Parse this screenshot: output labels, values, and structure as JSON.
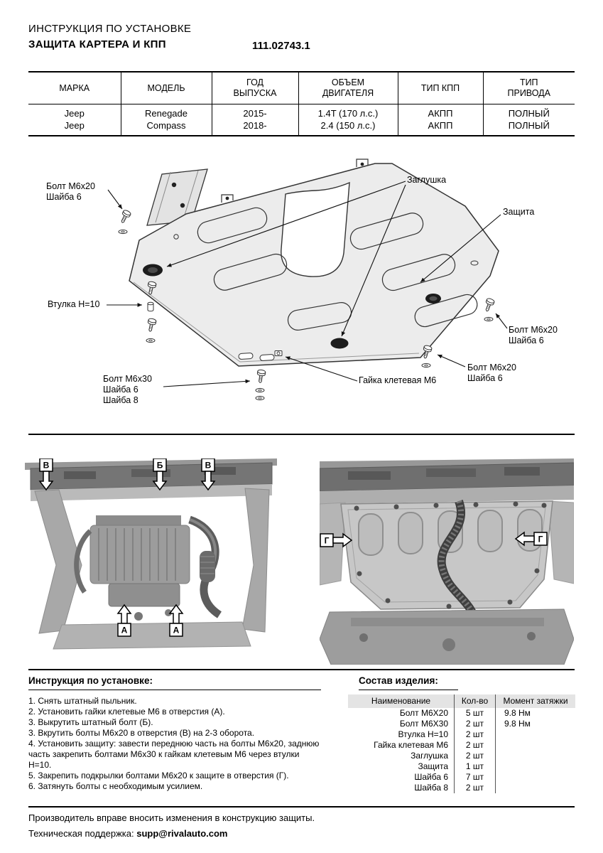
{
  "page": {
    "header": {
      "doc_type": "ИНСТРУКЦИЯ ПО УСТАНОВКЕ",
      "title": "ЗАЩИТА КАРТЕРА И КПП",
      "part_number": "111.02743.1"
    },
    "spec_table": {
      "headers": [
        "МАРКА",
        "МОДЕЛЬ",
        "ГОД\nВЫПУСКА",
        "ОБЪЕМ\nДВИГАТЕЛЯ",
        "ТИП КПП",
        "ТИП\nПРИВОДА"
      ],
      "rows": [
        [
          "Jeep",
          "Renegade",
          "2015-",
          "1.4T (170 л.с.)",
          "АКПП",
          "ПОЛНЫЙ"
        ],
        [
          "Jeep",
          "Compass",
          "2018-",
          "2.4 (150 л.с.)",
          "АКПП",
          "ПОЛНЫЙ"
        ]
      ]
    },
    "diagram": {
      "labels": {
        "bolt_m6x20_left": "Болт М6х20\nШайба 6",
        "plug": "Заглушка",
        "shield": "Защита",
        "sleeve": "Втулка Н=10",
        "bolt_m6x20_right_upper": "Болт М6х20\nШайба 6",
        "bolt_m6x20_right_lower": "Болт М6х20\nШайба 6",
        "bolt_m6x30": "Болт М6х30\nШайба 6\nШайба 8",
        "cage_nut": "Гайка клетевая М6"
      }
    },
    "photos": {
      "left_markers": [
        "В",
        "Б",
        "В",
        "А",
        "А"
      ],
      "right_markers": [
        "Г",
        "Г"
      ]
    },
    "instructions": {
      "title": "Инструкция по установке:",
      "steps": [
        "1. Снять штатный пыльник.",
        "2. Установить гайки клетевые М6 в отверстия (А).",
        "3. Выкрутить штатный болт (Б).",
        "3. Вкрутить болты М6х20 в отверстия (В) на 2-3 оборота.",
        "4. Установить защиту: завести переднюю часть на болты М6х20, заднюю часть закрепить болтами М6х30 к гайкам клетевым М6 через втулки Н=10.",
        "5. Закрепить подкрылки болтами М6х20 к защите в отверстия (Г).",
        "6. Затянуть болты с необходимым усилием."
      ]
    },
    "parts": {
      "title": "Состав изделия:",
      "headers": [
        "Наименование",
        "Кол-во",
        "Момент затяжки"
      ],
      "rows": [
        [
          "Болт М6Х20",
          "5 шт",
          "9.8 Нм"
        ],
        [
          "Болт М6Х30",
          "2 шт",
          "9.8 Нм"
        ],
        [
          "Втулка Н=10",
          "2 шт",
          ""
        ],
        [
          "Гайка клетевая М6",
          "2 шт",
          ""
        ],
        [
          "Заглушка",
          "2 шт",
          ""
        ],
        [
          "Защита",
          "1 шт",
          ""
        ],
        [
          "Шайба 6",
          "7 шт",
          ""
        ],
        [
          "Шайба 8",
          "2 шт",
          ""
        ]
      ]
    },
    "footer": {
      "line1": "Производитель вправе вносить изменения в конструкцию защиты.",
      "support_label": "Техническая поддержка:",
      "support_email": "supp@rivalauto.com"
    }
  }
}
